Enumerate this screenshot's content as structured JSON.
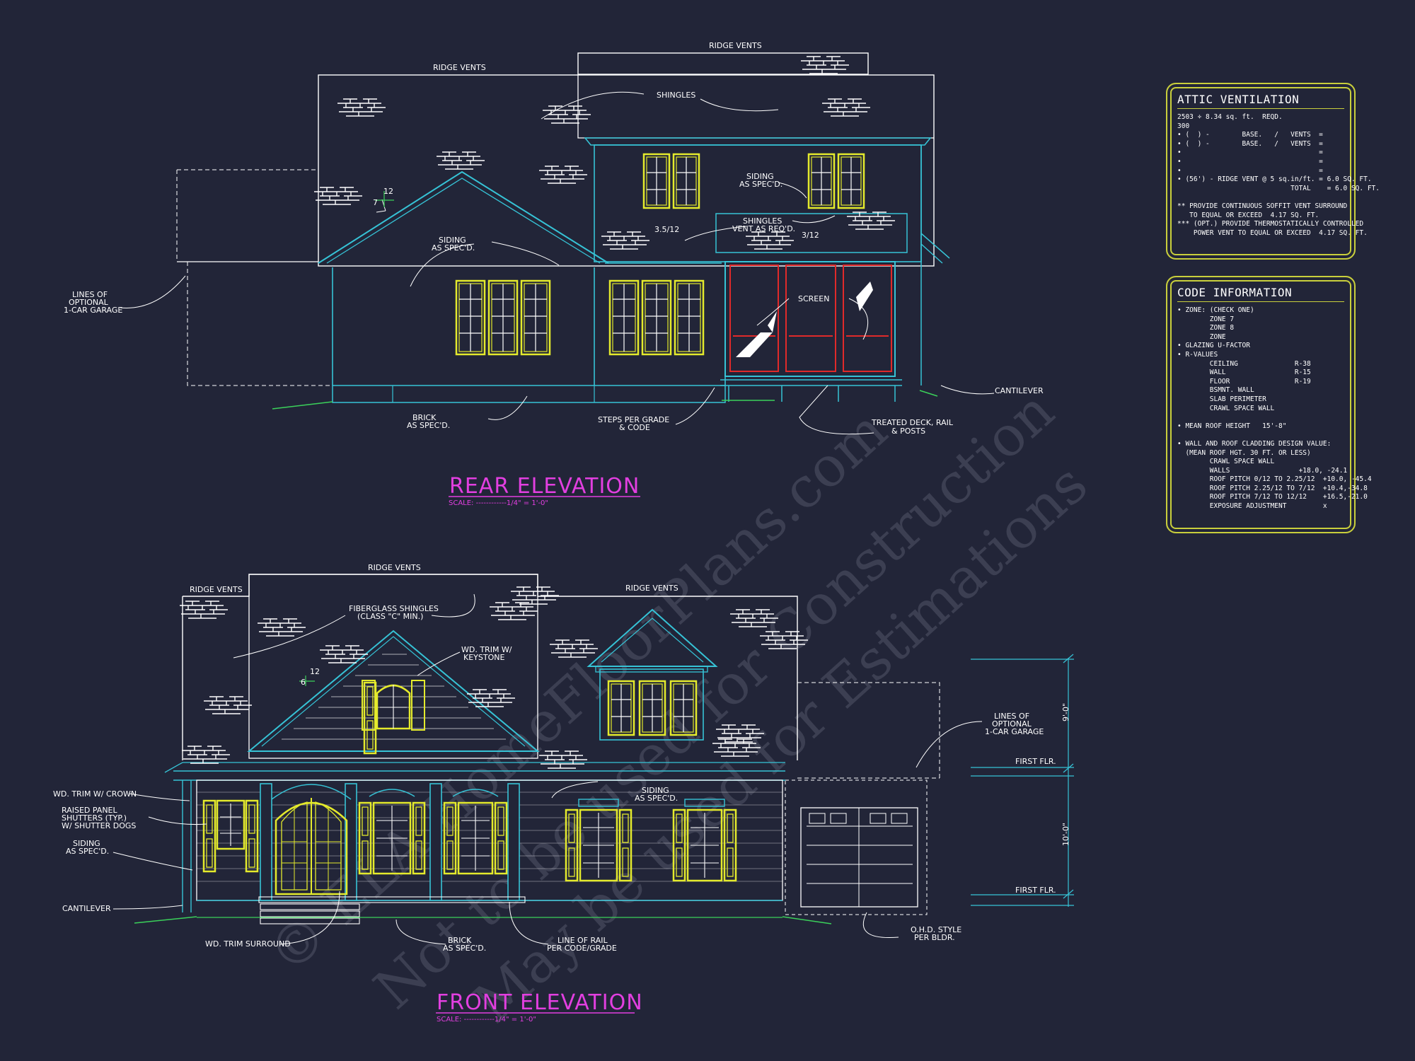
{
  "rear": {
    "title": "REAR ELEVATION",
    "scale": "SCALE: ------------1/4\" = 1'-0\"",
    "notes": {
      "ridge_vents_1": "RIDGE VENTS",
      "ridge_vents_2": "RIDGE VENTS",
      "shingles": "SHINGLES",
      "siding_1": [
        "SIDING",
        "AS SPEC'D."
      ],
      "siding_2": [
        "SIDING",
        "AS SPEC'D."
      ],
      "shingles_vent": [
        "SHINGLES",
        "VENT AS REQ'D."
      ],
      "pitch_1": "3.5/12",
      "pitch_2": "3/12",
      "pitch_3": "12",
      "pitch_3b": "7",
      "garage": [
        "LINES OF",
        "OPTIONAL",
        "1-CAR GARAGE"
      ],
      "screen": "SCREEN",
      "cantilever": "CANTILEVER",
      "brick": [
        "BRICK",
        "AS SPEC'D."
      ],
      "steps": [
        "STEPS PER GRADE",
        "& CODE"
      ],
      "deck": [
        "TREATED DECK, RAIL",
        "& POSTS"
      ]
    }
  },
  "front": {
    "title": "FRONT ELEVATION",
    "scale": "SCALE: ------------1/4\" = 1'-0\"",
    "notes": {
      "ridge_vents_1": "RIDGE VENTS",
      "ridge_vents_2": "RIDGE VENTS",
      "ridge_vents_3": "RIDGE VENTS",
      "fiberglass": [
        "FIBERGLASS SHINGLES",
        "(CLASS \"C\" MIN.)"
      ],
      "trim_keystone": [
        "WD. TRIM W/",
        "KEYSTONE"
      ],
      "pitch_a": "12",
      "pitch_b": "6",
      "garage": [
        "LINES OF",
        "OPTIONAL",
        "1-CAR GARAGE"
      ],
      "first_flr_1": "FIRST FLR.",
      "first_flr_2": "FIRST FLR.",
      "dim_1": "9'-0\"",
      "dim_2": "10'-0\"",
      "trim_crown": "WD. TRIM W/ CROWN",
      "shutters": [
        "RAISED PANEL",
        "SHUTTERS (TYP.)",
        "W/ SHUTTER DOGS"
      ],
      "siding_left": [
        "SIDING",
        "AS SPEC'D."
      ],
      "siding_mid": [
        "SIDING",
        "AS SPEC'D."
      ],
      "cantilever": "CANTILEVER",
      "trim_surround": "WD. TRIM SURROUND",
      "brick": [
        "BRICK",
        "AS SPEC'D."
      ],
      "rail": [
        "LINE OF RAIL",
        "PER CODE/GRADE"
      ],
      "ohd": [
        "O.H.D. STYLE",
        "PER BLDR."
      ]
    }
  },
  "attic": {
    "title": "ATTIC VENTILATION",
    "lines": [
      "2503 ÷ 8.34 sq. ft.  REQD.",
      "300",
      "• (  ) -        BASE.   /   VENTS  =",
      "• (  ) -        BASE.   /   VENTS  =",
      "•                                  =",
      "•                                  =",
      "•                                  =",
      "• (56') - RIDGE VENT @ 5 sq.in/ft. = 6.0 SQ. FT.",
      "                            TOTAL    = 6.0 SQ. FT.",
      "",
      "** PROVIDE CONTINUOUS SOFFIT VENT SURROUND",
      "   TO EQUAL OR EXCEED  4.17 SQ. FT.",
      "*** (OPT.) PROVIDE THERMOSTATICALLY CONTROLLED",
      "    POWER VENT TO EQUAL OR EXCEED  4.17 SQ. FT."
    ]
  },
  "code": {
    "title": "CODE INFORMATION",
    "lines": [
      "• ZONE: (CHECK ONE)",
      "        ZONE 7",
      "        ZONE 8",
      "        ZONE",
      "• GLAZING U-FACTOR",
      "• R-VALUES",
      "        CEILING              R-38",
      "        WALL                 R-15",
      "        FLOOR                R-19",
      "        BSMNT. WALL",
      "        SLAB PERIMETER",
      "        CRAWL SPACE WALL",
      "",
      "• MEAN ROOF HEIGHT   15'-8\"",
      "",
      "• WALL AND ROOF CLADDING DESIGN VALUE:",
      "  (MEAN ROOF HGT. 30 FT. OR LESS)",
      "        CRAWL SPACE WALL",
      "        WALLS                 +18.0, -24.1",
      "        ROOF PITCH 0/12 TO 2.25/12  +10.0, -45.4",
      "        ROOF PITCH 2.25/12 TO 7/12  +10.4,-34.8",
      "        ROOF PITCH 7/12 TO 12/12    +16.5,-21.0",
      "        EXPOSURE ADJUSTMENT         x"
    ]
  },
  "watermark": [
    "© ELA HomeFloorPlans.com",
    "Not to be used for Construction",
    "May be used for Estimations"
  ],
  "colors": {
    "background": "#222538",
    "linework": "#ffffff",
    "trim": "#36c3d6",
    "windows": "#e4ea2c",
    "screen": "#e02a2a",
    "title": "#e23fe0",
    "grade": "#3bd15a",
    "panel_border": "#c9cf3c"
  }
}
